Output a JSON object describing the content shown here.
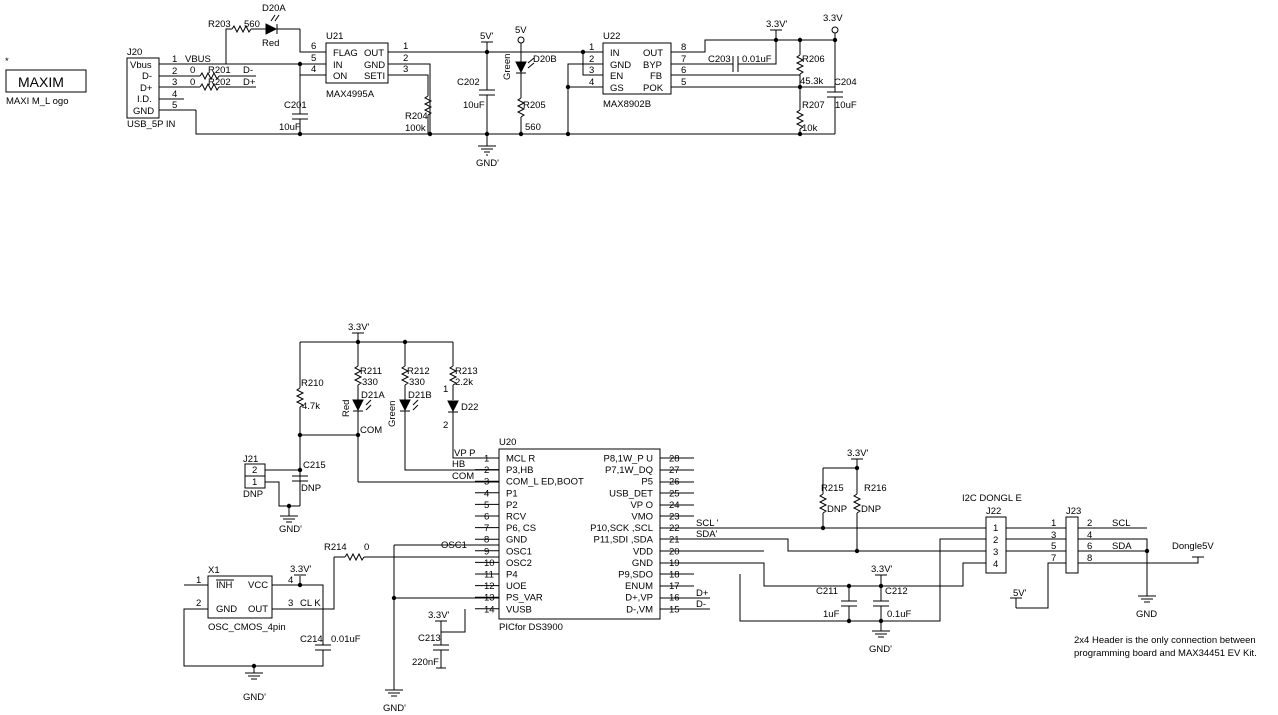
{
  "logo": {
    "text": "MAXIM",
    "caption": "MAXI M_L ogo",
    "marker": "*"
  },
  "j20": {
    "ref": "J20",
    "name": "USB_5P IN",
    "pins": [
      "Vbus",
      "D-",
      "D+",
      "I.D.",
      "GND"
    ],
    "pin_nums": [
      "1",
      "2",
      "3",
      "4",
      "5"
    ]
  },
  "nets": {
    "vbus": "VBUS",
    "dminus": "D-",
    "dplus": "D+",
    "gnd": "GND'",
    "v5": "5V",
    "v5p": "5V'",
    "v33": "3.3V'",
    "v33b": "3.3V",
    "scl": "SCL",
    "sda": "SDA",
    "scl_p": "SCL '",
    "sda_p": "SDA'",
    "dongle5v": "Dongle5V",
    "gnd_plain": "GND",
    "osc1": "OSC1",
    "com": "COM",
    "hb": "HB",
    "vpp": "VP P",
    "dplus2": "D+",
    "dminus2": "D-"
  },
  "res": {
    "r201": {
      "ref": "R201",
      "val": "0"
    },
    "r202": {
      "ref": "R202",
      "val": "0"
    },
    "r203": {
      "ref": "R203",
      "val": "560"
    },
    "r204": {
      "ref": "R204",
      "val": "100k"
    },
    "r205": {
      "ref": "R205",
      "val": "560"
    },
    "r206": {
      "ref": "R206",
      "val": "45.3k"
    },
    "r207": {
      "ref": "R207",
      "val": "10k"
    },
    "r210": {
      "ref": "R210",
      "val": "4.7k"
    },
    "r211": {
      "ref": "R211",
      "val": "330"
    },
    "r212": {
      "ref": "R212",
      "val": "330"
    },
    "r213": {
      "ref": "R213",
      "val": "2.2k"
    },
    "r214": {
      "ref": "R214",
      "val": "0"
    },
    "r215": {
      "ref": "R215",
      "val": "DNP"
    },
    "r216": {
      "ref": "R216",
      "val": "DNP"
    }
  },
  "caps": {
    "c201": {
      "ref": "C201",
      "val": "10uF"
    },
    "c202": {
      "ref": "C202",
      "val": "10uF"
    },
    "c203": {
      "ref": "C203",
      "val": "0.01uF"
    },
    "c204": {
      "ref": "C204",
      "val": "10uF"
    },
    "c211": {
      "ref": "C211",
      "val": "1uF"
    },
    "c212": {
      "ref": "C212",
      "val": "0.1uF"
    },
    "c213": {
      "ref": "C213",
      "val": "220nF"
    },
    "c214": {
      "ref": "C214",
      "val": "0.01uF"
    },
    "c215": {
      "ref": "C215",
      "val": "DNP"
    }
  },
  "leds": {
    "d20a": {
      "ref": "D20A",
      "color": "Red"
    },
    "d20b": {
      "ref": "D20B",
      "color": "Green"
    },
    "d21a": {
      "ref": "D21A",
      "color": "Red"
    },
    "d21b": {
      "ref": "D21B",
      "color": "Green"
    },
    "d22": {
      "ref": "D22",
      "pin1": "1",
      "pin2": "2"
    }
  },
  "u21": {
    "ref": "U21",
    "part": "MAX4995A",
    "left": [
      "FLAG",
      "IN",
      "ON"
    ],
    "left_nums": [
      "6",
      "5",
      "4"
    ],
    "right": [
      "OUT",
      "GND",
      "SETI"
    ],
    "right_nums": [
      "1",
      "2",
      "3"
    ]
  },
  "u22": {
    "ref": "U22",
    "part": "MAX8902B",
    "left": [
      "IN",
      "GND",
      "EN",
      "GS"
    ],
    "left_nums": [
      "1",
      "2",
      "3",
      "4"
    ],
    "right": [
      "OUT",
      "BYP",
      "FB",
      "POK"
    ],
    "right_nums": [
      "8",
      "7",
      "6",
      "5"
    ]
  },
  "u20": {
    "ref": "U20",
    "part": "PICfor  DS3900",
    "left": [
      "MCL R",
      "P3,HB",
      "COM_L ED,BOOT",
      "P1",
      "P2",
      "RCV",
      "P6,  CS",
      "GND",
      "OSC1",
      "OSC2",
      "P4",
      "UOE",
      "PS_VAR",
      "VUSB"
    ],
    "left_nums": [
      "1",
      "2",
      "3",
      "4",
      "5",
      "6",
      "7",
      "8",
      "9",
      "10",
      "11",
      "12",
      "13",
      "14"
    ],
    "right": [
      "P8,1W_P U",
      "P7,1W_DQ",
      "P5",
      "USB_DET",
      "VP O",
      "VMO",
      "P10,SCK ,SCL",
      "P11,SDI ,SDA",
      "VDD",
      "GND",
      "P9,SDO",
      "ENUM",
      "D+,VP",
      "D-,VM"
    ],
    "right_nums": [
      "28",
      "27",
      "26",
      "25",
      "24",
      "23",
      "22",
      "21",
      "20",
      "19",
      "18",
      "17",
      "16",
      "15"
    ]
  },
  "x1": {
    "ref": "X1",
    "part": "OSC_CMOS_4pin",
    "pins": [
      "INH",
      "VCC",
      "GND",
      "OUT",
      "CL K"
    ],
    "nums": [
      "1",
      "4",
      "2",
      "3"
    ]
  },
  "j21": {
    "ref": "J21",
    "val": "DNP",
    "pins": [
      "2",
      "1"
    ]
  },
  "j22": {
    "ref": "J22",
    "title": "I2C  DONGL E",
    "pins": [
      "1",
      "2",
      "3",
      "4"
    ]
  },
  "j23": {
    "ref": "J23",
    "pins_left": [
      "1",
      "3",
      "5",
      "7"
    ],
    "pins_right": [
      "2",
      "4",
      "6",
      "8"
    ]
  },
  "note": {
    "line1": "2x4 Header is the only connection between",
    "line2": "programming board and MAX34451 EV Kit."
  }
}
